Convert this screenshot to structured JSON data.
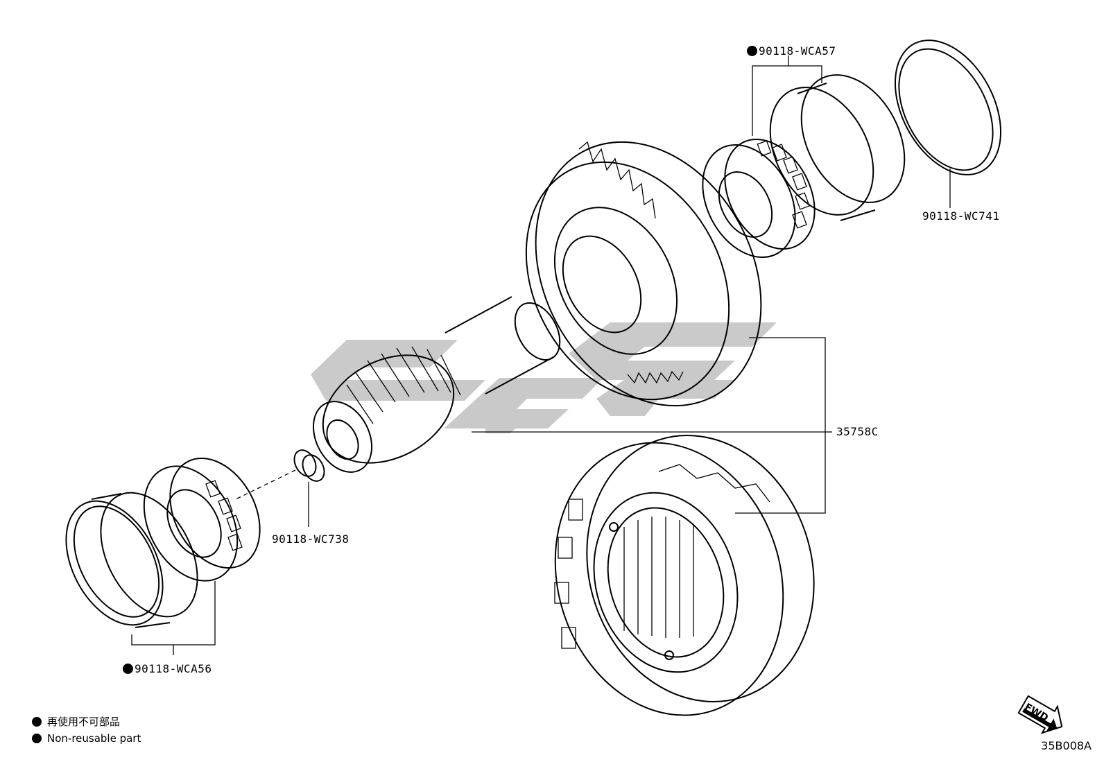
{
  "parts": [
    {
      "id": "bearing_top",
      "label": "90118-WCA57",
      "non_reusable": true
    },
    {
      "id": "ring_top",
      "label": "90118-WC741",
      "non_reusable": false
    },
    {
      "id": "gear_assembly",
      "label": "35758C",
      "non_reusable": false
    },
    {
      "id": "bushing",
      "label": "90118-WC738",
      "non_reusable": false
    },
    {
      "id": "bearing_bottom",
      "label": "90118-WCA56",
      "non_reusable": true
    }
  ],
  "legend": {
    "japanese": "再使用不可部品",
    "english": "Non-reusable part"
  },
  "fwd_label": "FWD",
  "figure_code": "35B008A",
  "colors": {
    "line": "#000000",
    "watermark": "#bdbdbd",
    "background": "#ffffff"
  }
}
